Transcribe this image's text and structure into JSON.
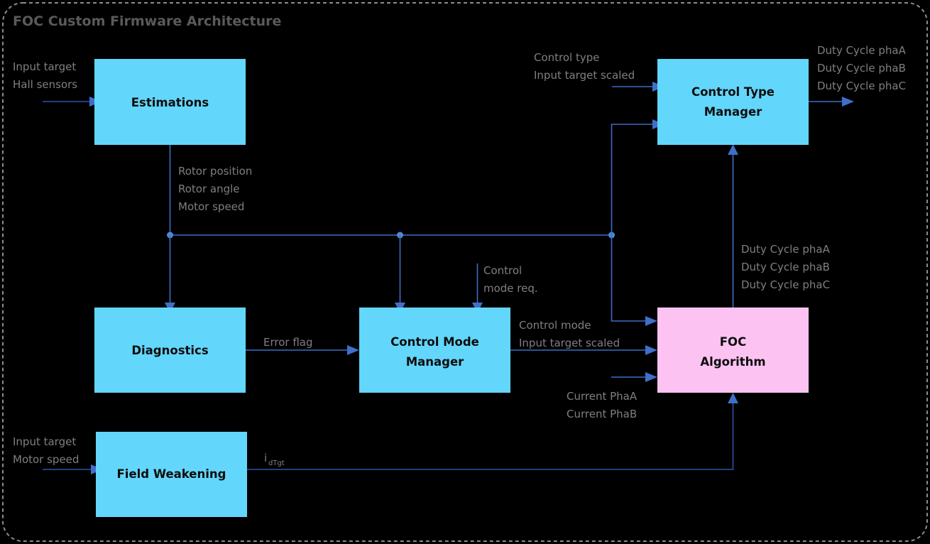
{
  "diagram": {
    "title": "FOC Custom Firmware Architecture",
    "background_color": "#000000",
    "frame_border_color": "#8c8c8c",
    "title_color": "#5a5a5a",
    "wire_color": "#3b6fc4",
    "signal_label_color": "#7f7f7f",
    "block_fill_cyan": "#63d6fb",
    "block_fill_pink": "#fcc3f2",
    "block_text_color": "#0d0d0d"
  },
  "blocks": [
    {
      "id": "estimations",
      "label_line1": "Estimations",
      "label_line2": "",
      "color": "#63d6fb"
    },
    {
      "id": "control-type-manager",
      "label_line1": "Control Type",
      "label_line2": "Manager",
      "color": "#63d6fb"
    },
    {
      "id": "diagnostics",
      "label_line1": "Diagnostics",
      "label_line2": "",
      "color": "#63d6fb"
    },
    {
      "id": "control-mode-manager",
      "label_line1": "Control Mode",
      "label_line2": "Manager",
      "color": "#63d6fb"
    },
    {
      "id": "foc-algorithm",
      "label_line1": "FOC",
      "label_line2": "Algorithm",
      "color": "#fcc3f2"
    },
    {
      "id": "field-weakening",
      "label_line1": "Field Weakening",
      "label_line2": "",
      "color": "#63d6fb"
    }
  ],
  "signals": {
    "estimations_input": {
      "line1": "Input target",
      "line2": "Hall sensors"
    },
    "control_type_input": {
      "line1": "Control type",
      "line2": "Input target scaled"
    },
    "duty_cycle_output": {
      "line1": "Duty Cycle phaA",
      "line2": "Duty Cycle phaB",
      "line3": "Duty Cycle phaC"
    },
    "estimations_bus": {
      "line1": "Rotor position",
      "line2": "Rotor angle",
      "line3": "Motor speed"
    },
    "duty_cycle_feedback": {
      "line1": "Duty Cycle phaA",
      "line2": "Duty Cycle phaB",
      "line3": "Duty Cycle phaC"
    },
    "control_mode_request": {
      "line1": "Control",
      "line2": "mode req."
    },
    "error_flag": {
      "line1": "Error flag"
    },
    "control_mode_out": {
      "line1": "Control mode",
      "line2": "Input target scaled"
    },
    "current_phase": {
      "line1": "Current PhaA",
      "line2": "Current PhaB"
    },
    "field_weakening_input": {
      "line1": "Input target",
      "line2": "Motor speed"
    },
    "id_target": {
      "base": "i",
      "subscript": "dTgt"
    }
  }
}
